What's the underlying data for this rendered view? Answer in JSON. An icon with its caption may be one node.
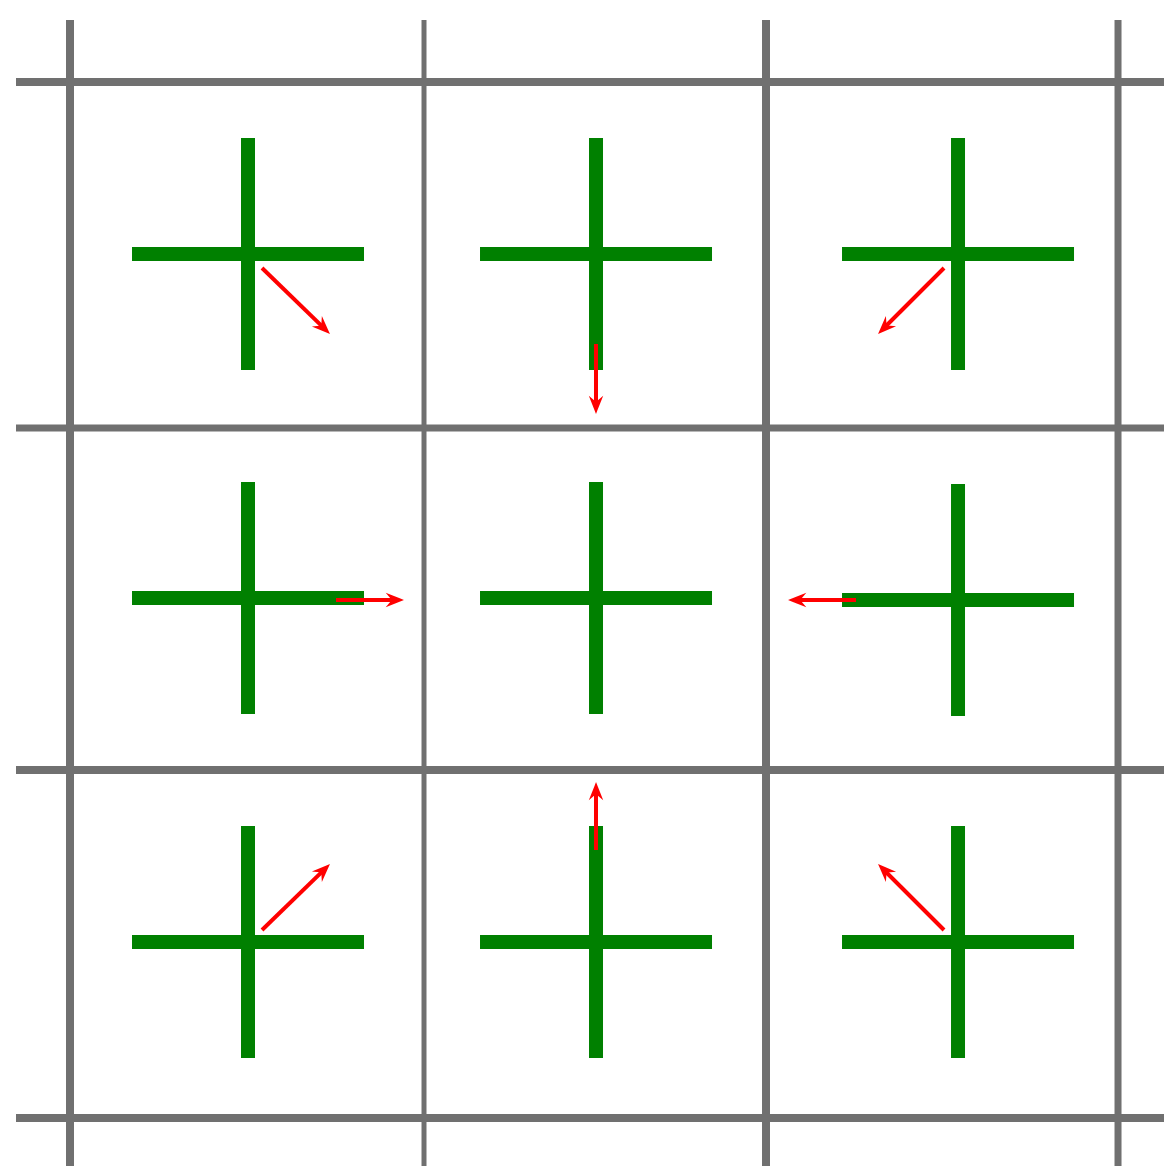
{
  "diagram": {
    "nodes": [
      {
        "text": [],
        "shape": "cross"
      },
      {
        "text": [],
        "shape": "cross"
      },
      {
        "text": [],
        "shape": "cross"
      },
      {
        "text": [],
        "shape": "cross"
      },
      {
        "text": [],
        "shape": "cross"
      },
      {
        "text": [],
        "shape": "cross"
      },
      {
        "text": [],
        "shape": "cross"
      },
      {
        "text": [],
        "shape": "cross"
      },
      {
        "text": [],
        "shape": "cross"
      }
    ],
    "edges": [
      {
        "from": 0,
        "to": null,
        "arrow": "to"
      },
      {
        "from": 1,
        "to": null,
        "arrow": "to"
      },
      {
        "from": 2,
        "to": null,
        "arrow": "to"
      },
      {
        "from": 3,
        "to": null,
        "arrow": "to"
      },
      {
        "from": 5,
        "to": null,
        "arrow": "to"
      },
      {
        "from": 6,
        "to": null,
        "arrow": "to"
      },
      {
        "from": 7,
        "to": null,
        "arrow": "to"
      },
      {
        "from": 8,
        "to": null,
        "arrow": "to"
      }
    ]
  }
}
